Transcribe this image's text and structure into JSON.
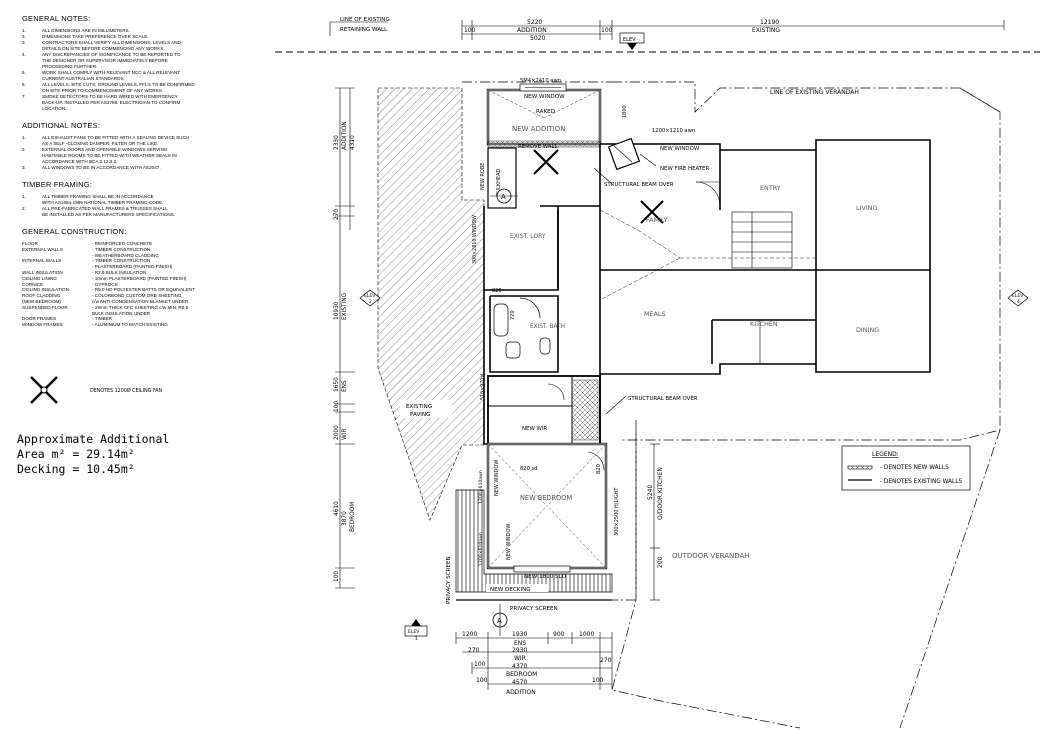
{
  "general_notes": {
    "title": "GENERAL NOTES:",
    "items": [
      "ALL DIMENSIONS ARE IN MILLIMETERS.",
      "DIMENSIONS TAKE PREFERENCE OVER SCALE.",
      "CONTRACTORS SHALL VERIFY ALL DIMENSIONS, LEVELS AND",
      "DETAILS ON SITE BEFORE COMMENCING ANY WORKS.",
      "ANY DISCREPANCIES OF SIGNIFICANCE TO BE REPORTED TO",
      "THE DESIGNER OR SUPERVISOR IMMEDIATELY BEFORE",
      "PROCEEDING FURTHER.",
      "WORK SHALL COMPLY WITH RELEVANT NCC & ALL RELEVANT",
      "CURRENT AUSTRALIAN STANDARDS.",
      "ALL LEVELS, SITE CUTS, GROUND LEVELS, FFL's TO BE CONFIRMED",
      "ON SITE PRIOR TO COMMENCEMENT OF ANY WORKS.",
      "SMOKE DETECTORS TO BE HARD WIRED WITH EMERGENCY",
      "BACK-UP. INSTALLED PER AS3786. ELECTRICIAN TO CONFIRM",
      "LOCATION."
    ],
    "numbers": [
      "1.",
      "2.",
      "3.",
      "",
      "4.",
      "",
      "",
      "5.",
      "",
      "6.",
      "",
      "7.",
      "",
      ""
    ]
  },
  "additional_notes": {
    "title": "ADDITIONAL NOTES:",
    "items": [
      "ALL EXHAUST FANS TO BE FITTED WITH A SEALING DEVICE SUCH",
      "AS A SELF -CLOSING DAMPER, FILTER OR THE LIKE.",
      "EXTERNAL DOORS AND OPENABLE WINDOWS SERVING",
      "HABITABLE ROOMS TO BE FITTED WITH WEATHER SEALS IN",
      "ACCORDANCE WITH BCA 3.12.3.3.",
      "ALL WINDOWS TO BE IN ACCORDANCE WITH AS2047."
    ],
    "numbers": [
      "1.",
      "",
      "2.",
      "",
      "",
      "3."
    ]
  },
  "timber_framing": {
    "title": "TIMBER FRAMING:",
    "items": [
      "ALL TIMBER FRAMING SHALL BE IN ACCORDANCE",
      "WITH AS1684-1999 NATIONAL TIMBER FRAMING CODE.",
      "ALL PRE-FABRICATED WALL FRAMES & TRUSSES SHALL",
      "BE INSTALLED AS PER MANUFACTURERS SPECIFICATIONS."
    ],
    "numbers": [
      "1.",
      "",
      "2.",
      ""
    ]
  },
  "general_construction": {
    "title": "GENERAL CONSTRUCTION:",
    "rows": [
      {
        "label": "FLOOR",
        "value": "- REINFORCED CONCRETE"
      },
      {
        "label": "EXTERNAL WALLS",
        "value": "- TIMBER CONSTRUCTION"
      },
      {
        "label": "",
        "value": "- WEATHERBOARD CLADDING"
      },
      {
        "label": "INTERNAL WALLS",
        "value": "- TIMBER CONSTRUCTION"
      },
      {
        "label": "",
        "value": "- PLASTERBOARD (PAINTED FINISH)"
      },
      {
        "label": "WALL INSULATION",
        "value": "- R2.6 BULK INSULATION"
      },
      {
        "label": "CEILING LINING",
        "value": "- 10mm PLASTERBOARD (PAINTED FINISH)"
      },
      {
        "label": "CORNICE",
        "value": "- GYPROCK"
      },
      {
        "label": "CEILING INSULATION",
        "value": "- R5.0 HD POLYESTER BATTS OR EQUIVALENT"
      },
      {
        "label": "ROOF CLADDING",
        "value": "- COLORBOND CUSTOM ORB SHEETING"
      },
      {
        "label": "(NEW BEDROOM)",
        "value": "c/w ANTI-CONDENSATION BLANKET UNDER"
      },
      {
        "label": "SUSPENDED FLOOR",
        "value": "- 19mm THICK CFC SHEETING c/w MIN. R0.5"
      },
      {
        "label": "",
        "value": "BULK INSULATION UNDER"
      },
      {
        "label": "DOOR FRAMES",
        "value": "- TIMBER"
      },
      {
        "label": "WINDOW FRAMES",
        "value": "- ALUMINIUM TO MATCH EXISTING"
      }
    ]
  },
  "fan_legend": "DENOTES 1200Ø CEILING FAN",
  "area": {
    "line1": "Approximate Additional",
    "line2": "Area m² = 29.14m²",
    "line3": "Decking = 10.45m²"
  },
  "top_dims": {
    "addition_total": "5220",
    "addition_label": "ADDITION",
    "addition_inner": "5020",
    "existing_total": "12190",
    "existing_label": "EXISTING",
    "d100": "100"
  },
  "left_dims": {
    "d2330": "2330",
    "addition": "ADDITION",
    "d4310": "4310",
    "d270": "270",
    "d10930": "10930",
    "existing": "EXISTING",
    "d1650": "1650",
    "ens": "ENS",
    "d100": "100",
    "d2000": "2000",
    "wir": "WIR",
    "d4610": "4610",
    "d3870": "3870",
    "bedroom": "BEDROOM"
  },
  "bottom_dims": {
    "d1200": "1200",
    "d1930": "1930",
    "d900": "900",
    "d1000": "1000",
    "ens": "ENS",
    "d270": "270",
    "d2930": "2930",
    "wir": "WIR",
    "d100": "100",
    "d4370": "4370",
    "bedroom": "BEDROOM",
    "d4570": "4570",
    "addition": "ADDITION"
  },
  "right_dims": {
    "d5240": "5240",
    "kitchen": "O/DOOR KITCHEN",
    "d200": "200"
  },
  "labels": {
    "retaining_wall_1": "LINE OF EXISTING",
    "retaining_wall_2": "RETAINING WALL",
    "verandah_line": "LINE OF EXISTING VERANDAH",
    "elev": "ELEV",
    "elev1": "1",
    "elev2": "2",
    "elev3": "3",
    "elev4": "4",
    "win_top": "5M4×2410 awn",
    "new_window": "NEW WINDOW",
    "raked": "RAKED",
    "new_addition": "NEW ADDITION",
    "remove_wall": "REMOVE WALL",
    "new_robe": "NEW ROBE",
    "bulkhead": "BULKHEAD",
    "section_a": "A",
    "win_1200": "1200×1210 awn",
    "d1800": "1800",
    "new_window2": "NEW WINDOW",
    "new_fire_heater": "NEW FIRE HEATER",
    "structural_beam_over": "STRUCTURAL BEAM OVER",
    "family": "FAMILY",
    "entry": "ENTRY",
    "living": "LIVING",
    "exist_lory": "EXIST. LORY",
    "window_300": "300×2810 WINDOW",
    "d820": "820",
    "d720": "720",
    "exist_bath": "EXIST. BATH",
    "meals": "MEALS",
    "kitchen": "KITCHEN",
    "dining": "DINING",
    "existing_paving_1": "EXISTING",
    "existing_paving_2": "PAVING",
    "win_ens": "510×970sl",
    "structural_beam_over2": "STRUCTURAL BEAM OVER",
    "new_wir": "NEW WIR",
    "sd_820": "820 sd",
    "d820b": "820",
    "new_bedroom": "NEW BEDROOM",
    "new_window3": "NEW WINDOW",
    "win_1200_610": "1200×610awn",
    "new_window4": "NEW WINDOW",
    "win_1200b": "1200×610awn",
    "hlight": "300×2500 H/LIGHT",
    "new_1810_sld": "NEW 1810 SLD",
    "new_decking": "NEW DECKING",
    "privacy_screen": "PRIVACY SCREEN",
    "privacy_screen_v": "PRIVACY SCREEN",
    "outdoor_verandah": "OUTDOOR VERANDAH"
  },
  "legend": {
    "title": "LEGEND:",
    "new_walls": "- DENOTES NEW WALLS",
    "existing_walls": "- DENOTES EXISTING WALLS"
  }
}
